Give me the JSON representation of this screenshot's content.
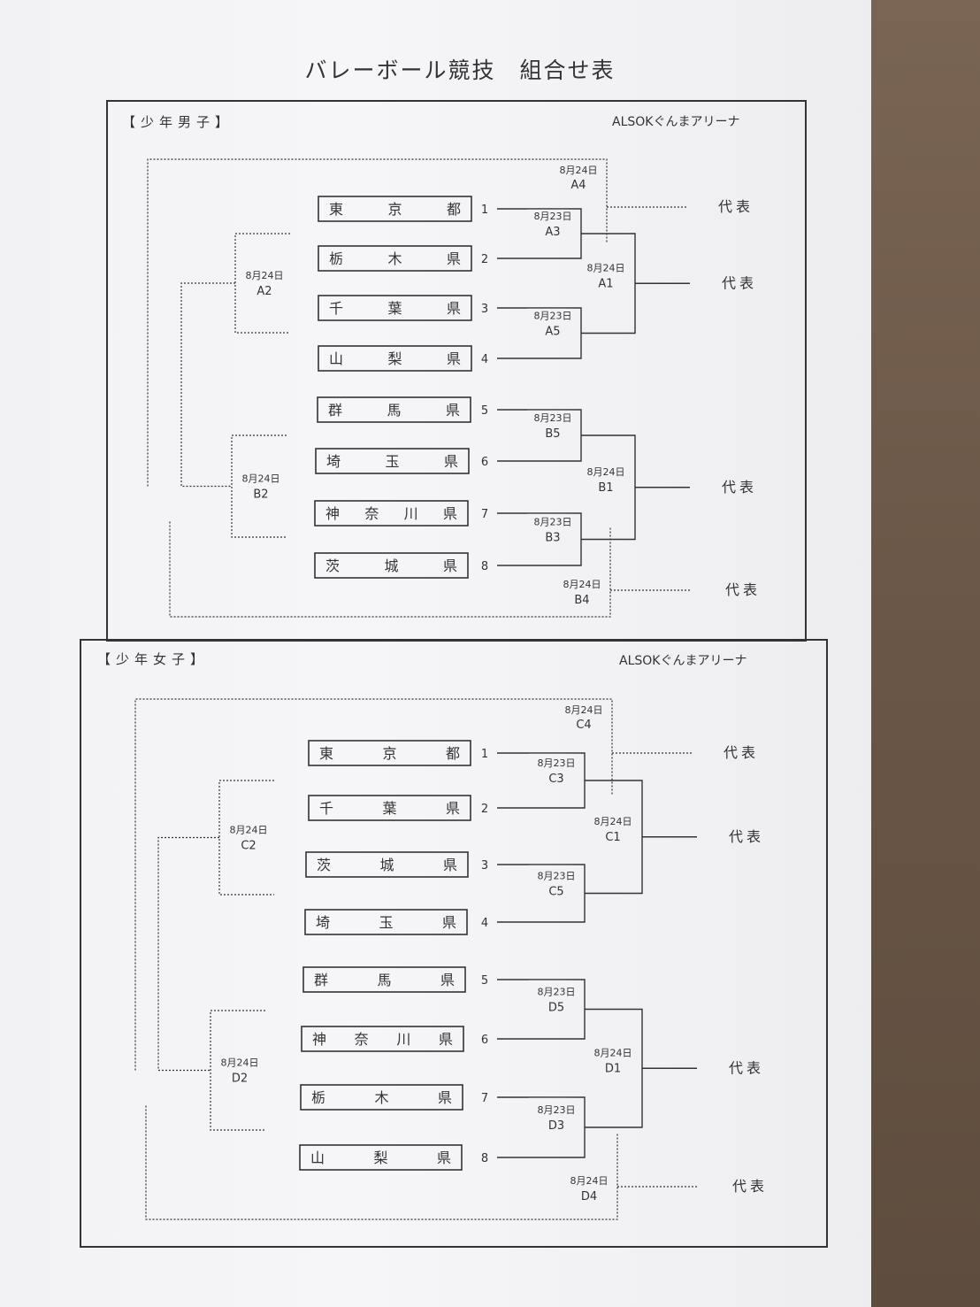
{
  "title": "バレーボール競技　組合せ表",
  "boys": {
    "header": "【少年男子】",
    "venue": "ALSOKぐんまアリーナ",
    "teams": [
      {
        "num": "1",
        "chars": [
          "東",
          "京",
          "都"
        ]
      },
      {
        "num": "2",
        "chars": [
          "栃",
          "木",
          "県"
        ]
      },
      {
        "num": "3",
        "chars": [
          "千",
          "葉",
          "県"
        ]
      },
      {
        "num": "4",
        "chars": [
          "山",
          "梨",
          "県"
        ]
      },
      {
        "num": "5",
        "chars": [
          "群",
          "馬",
          "県"
        ]
      },
      {
        "num": "6",
        "chars": [
          "埼",
          "玉",
          "県"
        ]
      },
      {
        "num": "7",
        "chars": [
          "神",
          "奈",
          "川",
          "県"
        ]
      },
      {
        "num": "8",
        "chars": [
          "茨",
          "城",
          "県"
        ]
      }
    ],
    "matches": [
      {
        "date": "8月24日",
        "code": "A4"
      },
      {
        "date": "8月23日",
        "code": "A3"
      },
      {
        "date": "8月24日",
        "code": "A2"
      },
      {
        "date": "8月24日",
        "code": "A1"
      },
      {
        "date": "8月23日",
        "code": "A5"
      },
      {
        "date": "8月23日",
        "code": "B5"
      },
      {
        "date": "8月24日",
        "code": "B2"
      },
      {
        "date": "8月24日",
        "code": "B1"
      },
      {
        "date": "8月23日",
        "code": "B3"
      },
      {
        "date": "8月24日",
        "code": "B4"
      }
    ],
    "representative": [
      "代表",
      "代表",
      "代表",
      "代表"
    ]
  },
  "girls": {
    "header": "【少年女子】",
    "venue": "ALSOKぐんまアリーナ",
    "teams": [
      {
        "num": "1",
        "chars": [
          "東",
          "京",
          "都"
        ]
      },
      {
        "num": "2",
        "chars": [
          "千",
          "葉",
          "県"
        ]
      },
      {
        "num": "3",
        "chars": [
          "茨",
          "城",
          "県"
        ]
      },
      {
        "num": "4",
        "chars": [
          "埼",
          "玉",
          "県"
        ]
      },
      {
        "num": "5",
        "chars": [
          "群",
          "馬",
          "県"
        ]
      },
      {
        "num": "6",
        "chars": [
          "神",
          "奈",
          "川",
          "県"
        ]
      },
      {
        "num": "7",
        "chars": [
          "栃",
          "木",
          "県"
        ]
      },
      {
        "num": "8",
        "chars": [
          "山",
          "梨",
          "県"
        ]
      }
    ],
    "matches": [
      {
        "date": "8月24日",
        "code": "C4"
      },
      {
        "date": "8月23日",
        "code": "C3"
      },
      {
        "date": "8月24日",
        "code": "C2"
      },
      {
        "date": "8月24日",
        "code": "C1"
      },
      {
        "date": "8月23日",
        "code": "C5"
      },
      {
        "date": "8月23日",
        "code": "D5"
      },
      {
        "date": "8月24日",
        "code": "D2"
      },
      {
        "date": "8月24日",
        "code": "D1"
      },
      {
        "date": "8月23日",
        "code": "D3"
      },
      {
        "date": "8月24日",
        "code": "D4"
      }
    ],
    "representative": [
      "代表",
      "代表",
      "代表",
      "代表"
    ]
  }
}
